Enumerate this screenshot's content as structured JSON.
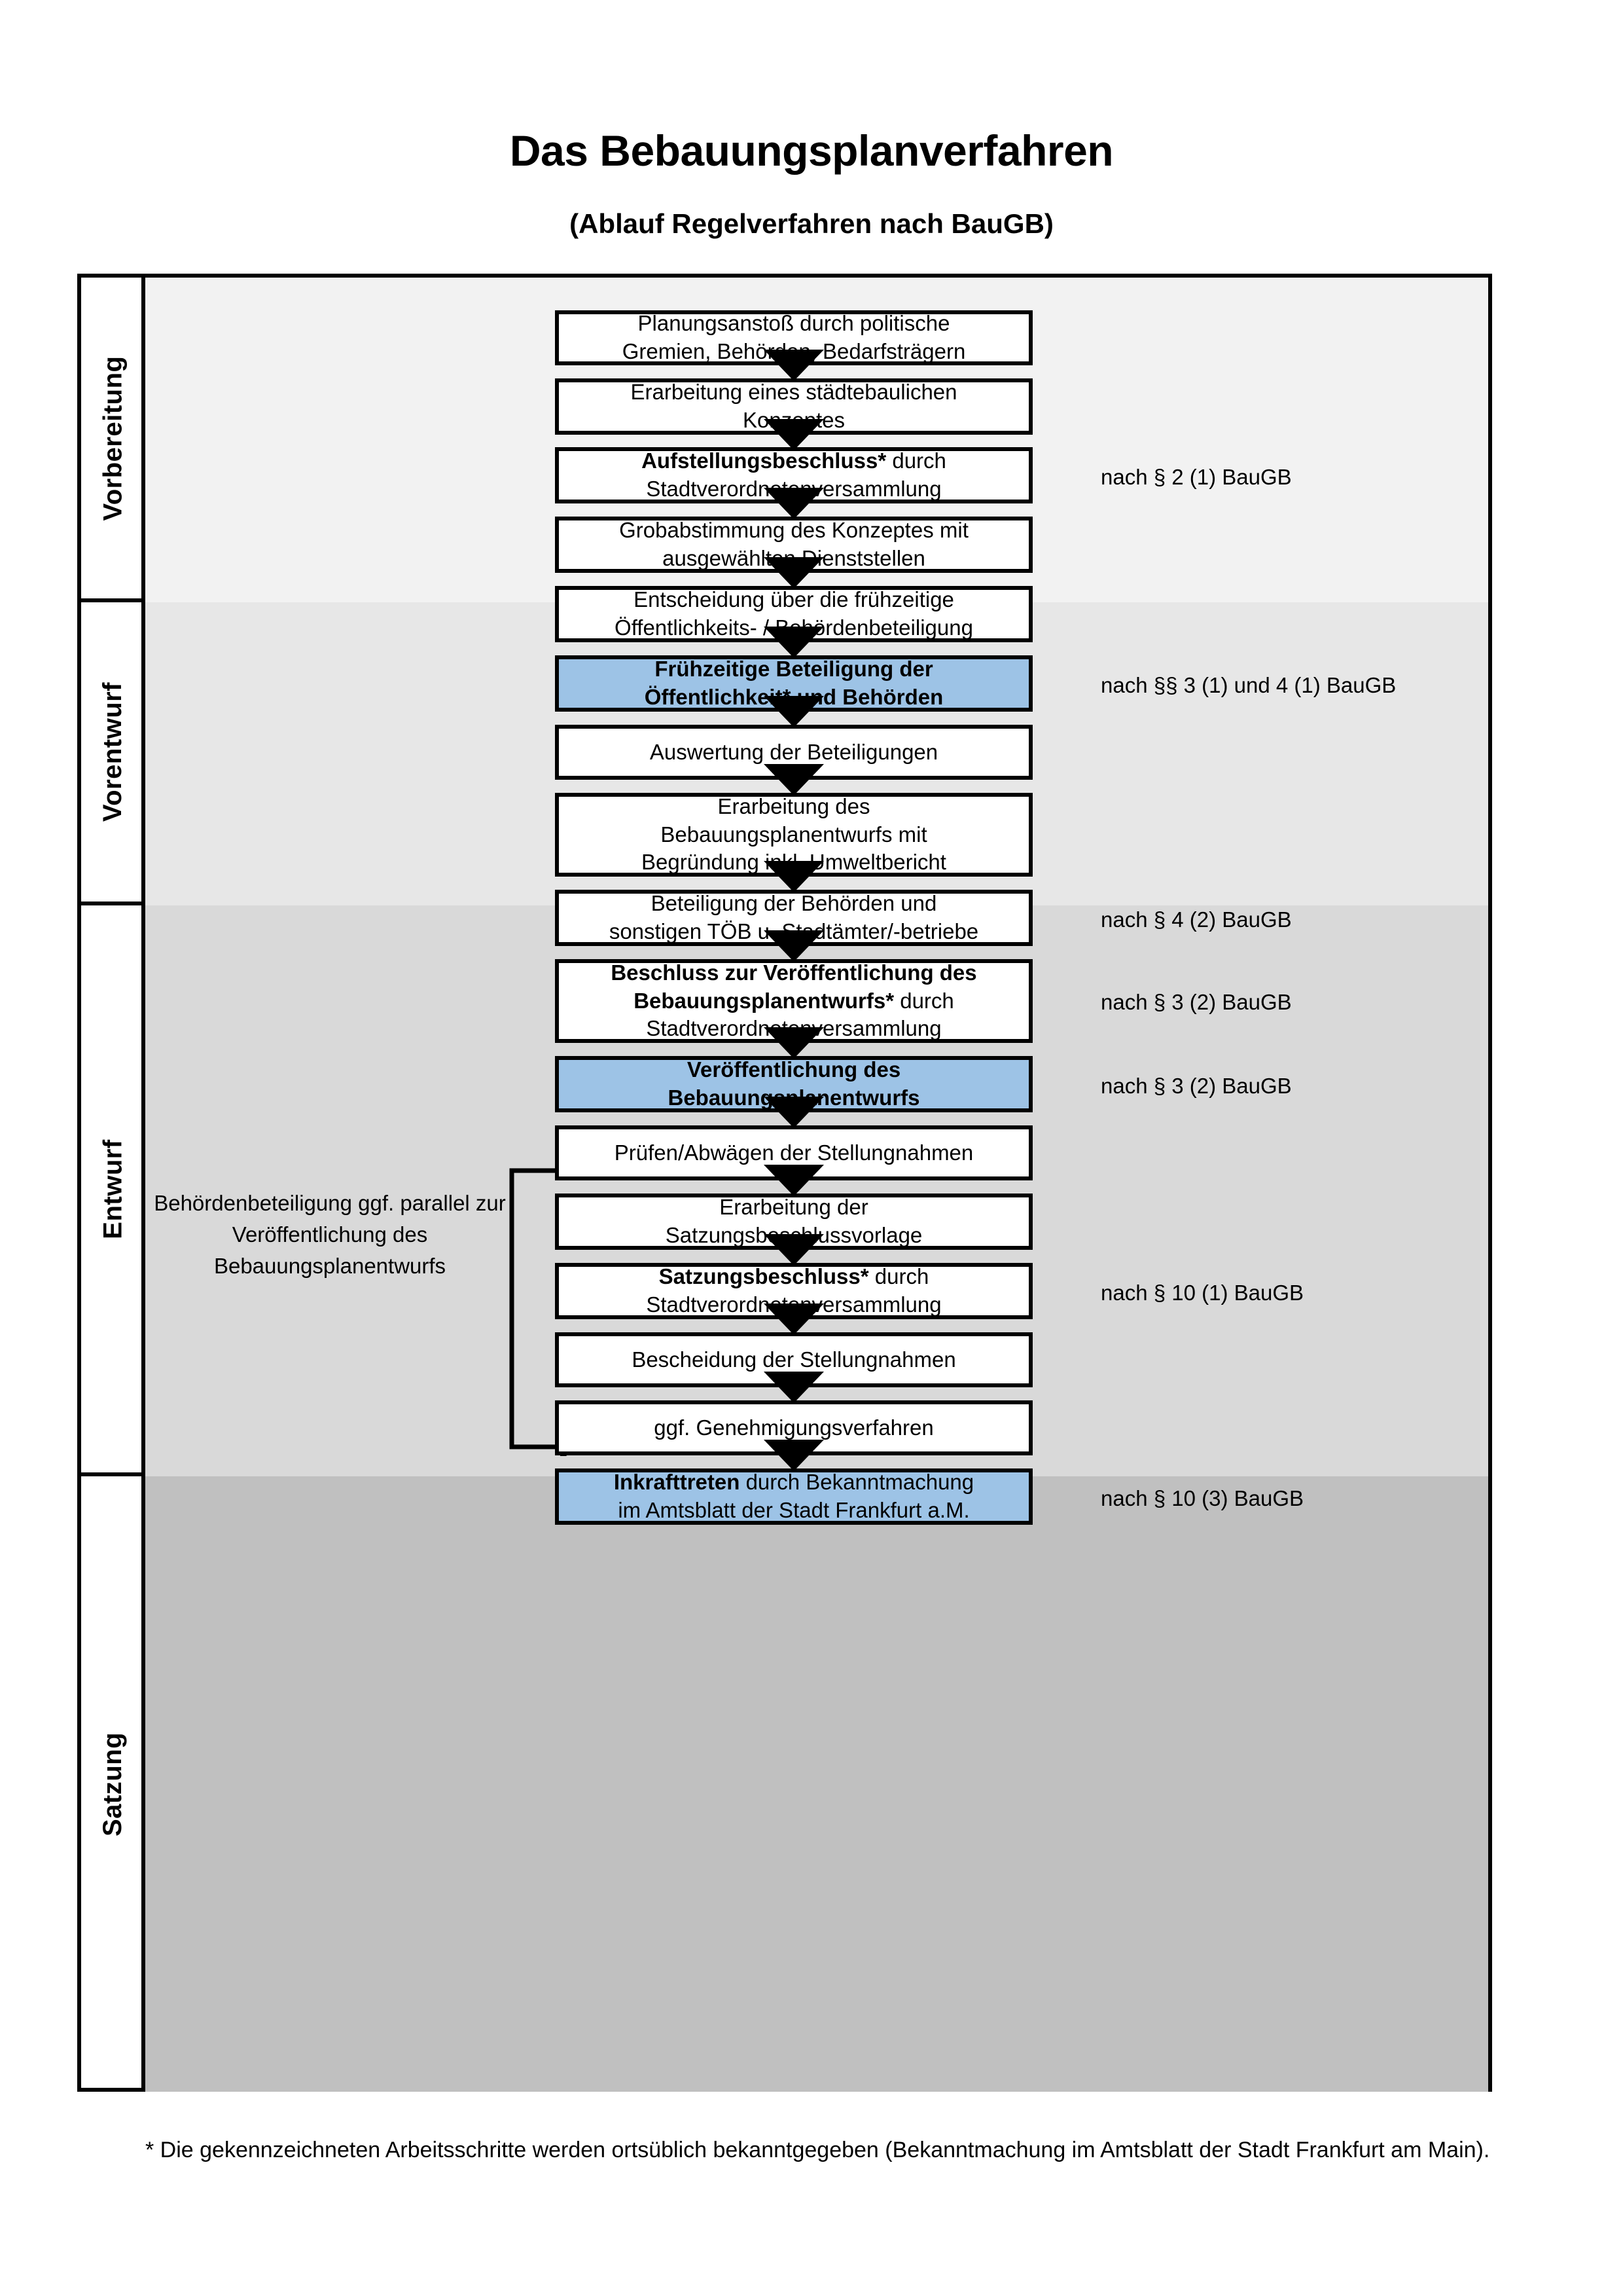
{
  "document": {
    "title": "Das Bebauungsplanverfahren",
    "subtitle": "(Ablauf Regelverfahren nach BauGB)",
    "footnote": "* Die gekennzeichneten Arbeitsschritte werden ortsüblich bekanntgegeben (Bekanntmachung im Amtsblatt  der Stadt Frankfurt am Main)."
  },
  "colors": {
    "highlight_blue": "#9DC3E6",
    "band_vorbereitung": "#F2F2F2",
    "band_vorentwurf": "#E7E7E7",
    "band_entwurf": "#D9D9D9",
    "band_satzung": "#C0C0C0",
    "box_border": "#000000",
    "box_fill": "#FFFFFF"
  },
  "phases": [
    {
      "id": "vorbereitung",
      "label": "Vorbereitung"
    },
    {
      "id": "vorentwurf",
      "label": "Vorentwurf"
    },
    {
      "id": "entwurf",
      "label": "Entwurf"
    },
    {
      "id": "satzung",
      "label": "Satzung"
    }
  ],
  "side_note": {
    "text": "Behördenbeteiligung ggf. parallel zur Veröffentlichung des Bebauungsplanentwurfs"
  },
  "steps": [
    {
      "id": "s1",
      "phase": "vorbereitung",
      "highlighted": false,
      "line1_bold": "",
      "line1": "Planungsanstoß durch politische",
      "line2": "Gremien, Behörden, Bedarfsträgern"
    },
    {
      "id": "s2",
      "phase": "vorbereitung",
      "highlighted": false,
      "line1_bold": "",
      "line1": "Erarbeitung eines städtebaulichen",
      "line2": "Konzeptes"
    },
    {
      "id": "s3",
      "phase": "vorbereitung",
      "highlighted": false,
      "line1_bold": "Aufstellungsbeschluss*",
      "line1": " durch",
      "line2": "Stadtverordnetenversammlung"
    },
    {
      "id": "s4",
      "phase": "vorentwurf",
      "highlighted": false,
      "line1_bold": "",
      "line1": "Grobabstimmung des Konzeptes mit",
      "line2": "ausgewählten Dienststellen"
    },
    {
      "id": "s5",
      "phase": "vorentwurf",
      "highlighted": false,
      "line1_bold": "",
      "line1": "Entscheidung über die frühzeitige",
      "line2": "Öffentlichkeits- / Behördenbeteiligung"
    },
    {
      "id": "s6",
      "phase": "vorentwurf",
      "highlighted": true,
      "line1_bold": "Frühzeitige Beteiligung der",
      "line1": "",
      "line2_bold": "Öffentlichkeit* und Behörden",
      "line2": ""
    },
    {
      "id": "s7",
      "phase": "entwurf",
      "highlighted": false,
      "line1_bold": "",
      "line1": "Auswertung der Beteiligungen",
      "line2": ""
    },
    {
      "id": "s8",
      "phase": "entwurf",
      "highlighted": false,
      "line1_bold": "",
      "line1": "Erarbeitung des",
      "line2": "Bebauungsplanentwurfs mit",
      "line3": "Begründung inkl. Umweltbericht"
    },
    {
      "id": "s9",
      "phase": "entwurf",
      "highlighted": false,
      "line1_bold": "",
      "line1": "Beteiligung der Behörden und",
      "line2": "sonstigen TÖB u. Stadtämter/-betriebe"
    },
    {
      "id": "s10",
      "phase": "entwurf",
      "highlighted": false,
      "line1_bold": "Beschluss zur Veröffentlichung des",
      "line1": "",
      "line2_bold": "Bebauungsplanentwurfs*",
      "line2": " durch",
      "line3": "Stadtverordnetenversammlung"
    },
    {
      "id": "s11",
      "phase": "entwurf",
      "highlighted": true,
      "line1_bold": "Veröffentlichung des",
      "line1": "",
      "line2_bold": "Bebauungsplanentwurfs",
      "line2": ""
    },
    {
      "id": "s12",
      "phase": "satzung",
      "highlighted": false,
      "line1_bold": "",
      "line1": "Prüfen/Abwägen der Stellungnahmen",
      "line2": ""
    },
    {
      "id": "s13",
      "phase": "satzung",
      "highlighted": false,
      "line1_bold": "",
      "line1": "Erarbeitung der",
      "line2": "Satzungsbeschlussvorlage"
    },
    {
      "id": "s14",
      "phase": "satzung",
      "highlighted": false,
      "line1_bold": "Satzungsbeschluss*",
      "line1": " durch",
      "line2": "Stadtverordnetenversammlung"
    },
    {
      "id": "s15",
      "phase": "satzung",
      "highlighted": false,
      "line1_bold": "",
      "line1": "Bescheidung der Stellungnahmen",
      "line2": ""
    },
    {
      "id": "s16",
      "phase": "satzung",
      "highlighted": false,
      "line1_bold": "",
      "line1": "ggf. Genehmigungsverfahren",
      "line2": ""
    },
    {
      "id": "s17",
      "phase": "satzung",
      "highlighted": true,
      "line1_bold": "Inkrafttreten",
      "line1": " durch Bekanntmachung",
      "line2": "im Amtsblatt der Stadt Frankfurt a.M."
    }
  ],
  "legal_references": [
    {
      "id": "l1",
      "text": "nach § 2 (1) BauGB",
      "step": "s3"
    },
    {
      "id": "l2",
      "text": "nach §§ 3 (1) und 4 (1) BauGB",
      "step": "s6"
    },
    {
      "id": "l3",
      "text": "nach § 4 (2) BauGB",
      "step": "s9"
    },
    {
      "id": "l4",
      "text": "nach § 3 (2) BauGB",
      "step": "s10"
    },
    {
      "id": "l5",
      "text": "nach § 3 (2) BauGB",
      "step": "s11"
    },
    {
      "id": "l6",
      "text": "nach § 10 (1) BauGB",
      "step": "s14"
    },
    {
      "id": "l7",
      "text": "nach § 10 (3) BauGB",
      "step": "s17"
    }
  ]
}
